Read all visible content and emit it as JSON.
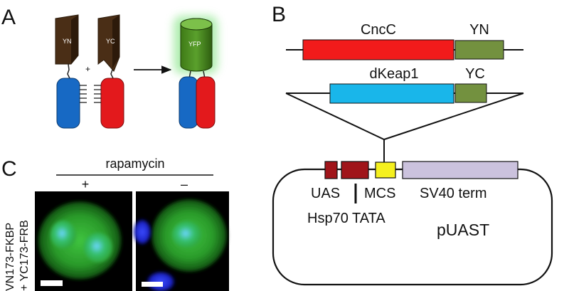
{
  "panels": {
    "a": {
      "letter": "A",
      "subunit_left": "YN",
      "subunit_right": "YC",
      "complemented": "YFP",
      "plus": "+"
    },
    "b": {
      "letter": "B",
      "row1": {
        "protein": "CncC",
        "tag": "YN"
      },
      "row2": {
        "protein": "dKeap1",
        "tag": "YC"
      },
      "vector": {
        "elements": [
          "UAS",
          "MCS",
          "SV40 term"
        ],
        "promoter": "Hsp70 TATA",
        "name": "pUAST"
      },
      "colors": {
        "cncc": "#f21b1b",
        "dkeap1": "#19b6ea",
        "tag": "#73913f",
        "uas": "#a0151a",
        "mcs": "#f5f01e",
        "sv40": "#cbc2dd"
      }
    },
    "c": {
      "letter": "C",
      "treatment": "rapamycin",
      "conditions": [
        "+",
        "–"
      ],
      "row_label_1": "VN173-FKBP",
      "row_label_2": "+ YC173-FRB"
    }
  }
}
